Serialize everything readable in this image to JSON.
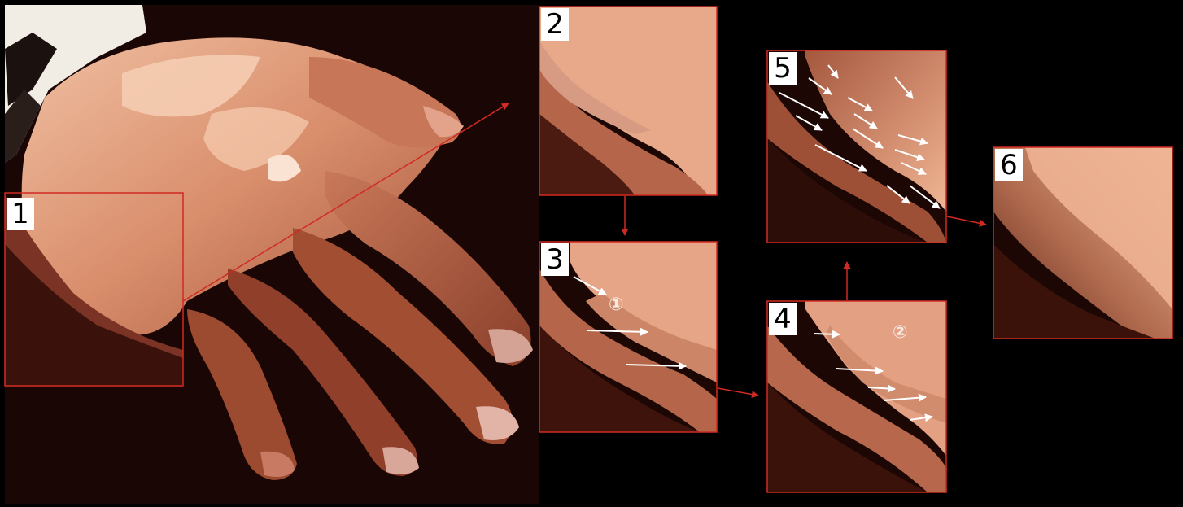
{
  "steps": {
    "s1": "1",
    "s2": "2",
    "s3": "3",
    "s4": "4",
    "s5": "5",
    "s6": "6"
  },
  "markers": {
    "m1": "①",
    "m2": "②"
  },
  "colors": {
    "background": "#000000",
    "frame_red": "#d12a22",
    "arrow_white": "#ffffff",
    "skin_light": "#e8a98a",
    "skin_mid": "#c07556",
    "skin_dark": "#6e2e20",
    "shadow": "#1a0605"
  }
}
